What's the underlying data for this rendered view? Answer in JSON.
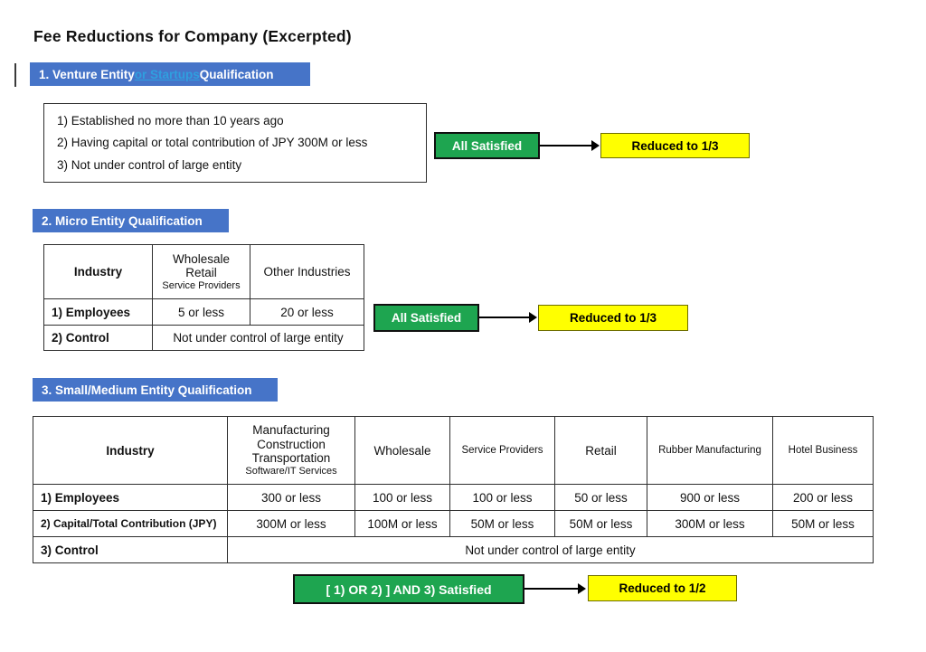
{
  "title": "Fee Reductions for Company (Excerpted)",
  "colors": {
    "banner_blue": "#4674C8",
    "link_blue": "#2F9FDF",
    "green_fill": "#1EA550",
    "yellow_fill": "#FFFF00"
  },
  "section1": {
    "banner_prefix": "1. Venture Entity ",
    "banner_link": "or Startups",
    "banner_suffix": " Qualification",
    "conditions": [
      "1) Established no more than 10 years ago",
      "2) Having capital or total contribution of JPY 300M or less",
      "3) Not under control of large entity"
    ],
    "satisfied_label": "All Satisfied",
    "result_label": "Reduced to 1/3"
  },
  "section2": {
    "banner_label": "2. Micro Entity Qualification",
    "table": {
      "industry_header": "Industry",
      "wholesale_lines": [
        "Wholesale",
        "Retail"
      ],
      "wholesale_sub": "Service Providers",
      "other_header": "Other Industries",
      "employees_label": "1) Employees",
      "employees_values": [
        "5 or less",
        "20 or less"
      ],
      "control_label": "2) Control",
      "control_value": "Not under control of large entity"
    },
    "satisfied_label": "All Satisfied",
    "result_label": "Reduced to 1/3"
  },
  "section3": {
    "banner_label": "3. Small/Medium Entity Qualification",
    "table": {
      "industry_header": "Industry",
      "mfg_lines": [
        "Manufacturing",
        "Construction",
        "Transportation"
      ],
      "mfg_sub": "Software/IT Services",
      "wholesale_header": "Wholesale",
      "service_header": "Service Providers",
      "retail_header": "Retail",
      "rubber_header": "Rubber Manufacturing",
      "hotel_header": "Hotel Business",
      "employees_label": "1) Employees",
      "employees_values": [
        "300 or less",
        "100 or less",
        "100 or less",
        "50 or less",
        "900 or less",
        "200 or less"
      ],
      "capital_label": "2) Capital/Total Contribution (JPY)",
      "capital_values": [
        "300M or less",
        "100M or less",
        "50M or less",
        "50M or less",
        "300M or less",
        "50M or less"
      ],
      "control_label": "3) Control",
      "control_value": "Not under control of large entity"
    },
    "satisfied_label": "[ 1) OR 2) ] AND 3) Satisfied",
    "result_label": "Reduced to 1/2"
  }
}
